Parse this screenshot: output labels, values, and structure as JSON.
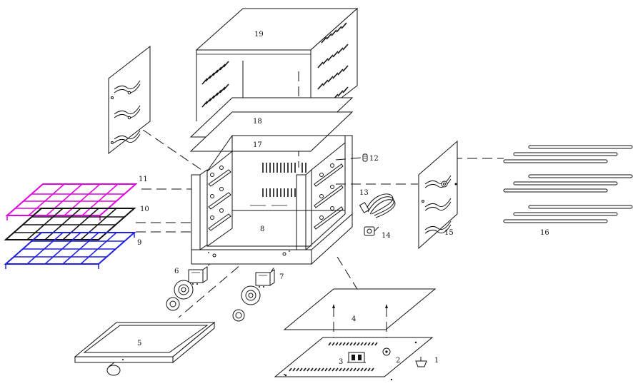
{
  "colors": {
    "line": "#111111",
    "rack_top": "#e000e0",
    "rack_middle": "#111111",
    "rack_bottom": "#2020e0"
  },
  "part_labels": {
    "p1": "1",
    "p2": "2",
    "p3": "3",
    "p4": "4",
    "p5": "5",
    "p6": "6",
    "p7": "7",
    "p8": "8",
    "p9": "9",
    "p10": "10",
    "p11": "11",
    "p12": "12",
    "p13": "13",
    "p14": "14",
    "p15": "15",
    "p16": "16",
    "p17": "17",
    "p18": "18",
    "p19": "19"
  }
}
